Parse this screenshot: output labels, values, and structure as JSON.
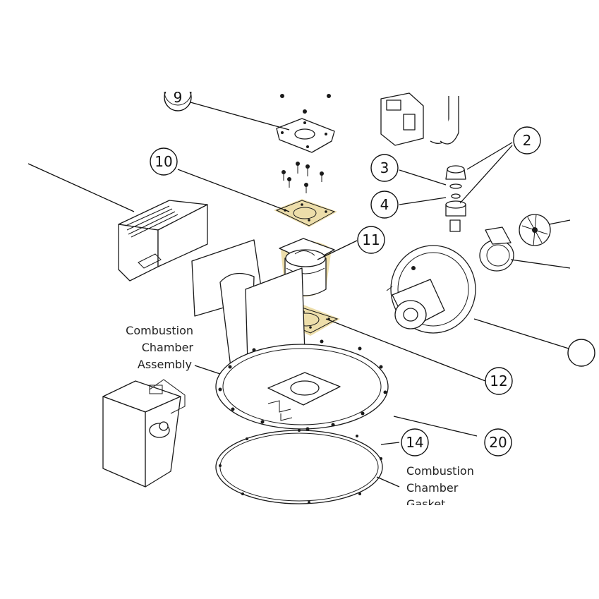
{
  "callouts": [
    {
      "id": "9",
      "label": "9"
    },
    {
      "id": "10",
      "label": "10"
    },
    {
      "id": "11",
      "label": "11"
    },
    {
      "id": "12",
      "label": "12"
    },
    {
      "id": "2",
      "label": "2"
    },
    {
      "id": "3",
      "label": "3"
    },
    {
      "id": "4",
      "label": "4"
    },
    {
      "id": "14",
      "label": "14"
    },
    {
      "id": "20",
      "label": "20"
    }
  ],
  "labels": {
    "combustion_chamber_assembly": [
      "Combustion",
      "Chamber",
      "Assembly"
    ],
    "combustion_chamber_gasket": [
      "Combustion",
      "Chamber",
      "Gasket"
    ]
  },
  "colors": {
    "highlight": "#e7d38e",
    "line": "#111111",
    "background": "#ffffff"
  }
}
